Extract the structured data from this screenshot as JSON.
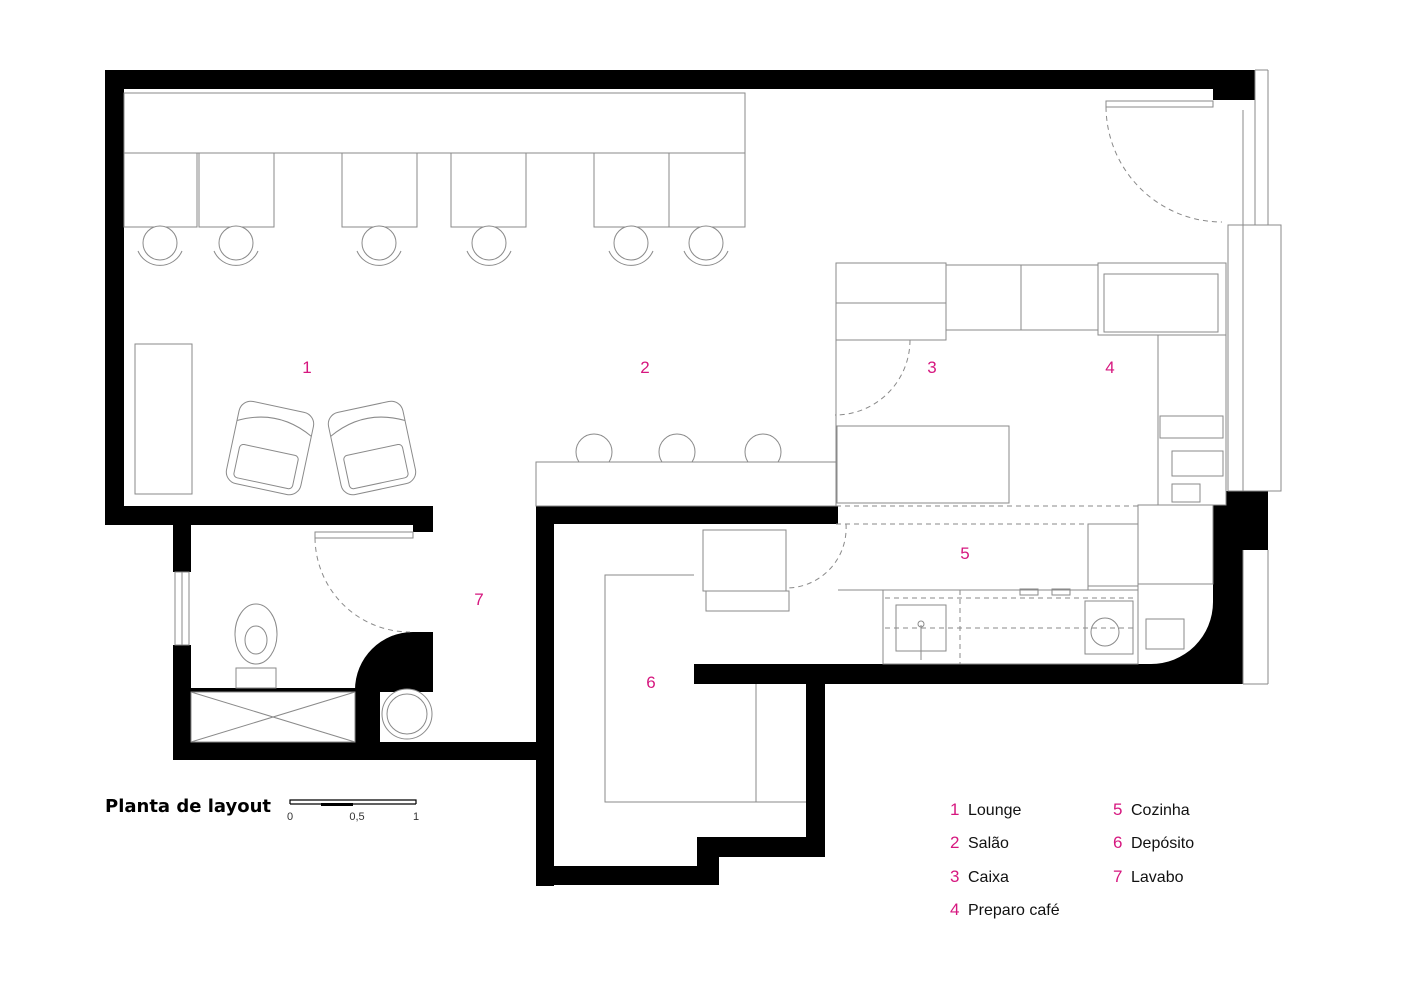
{
  "title": "Planta de layout",
  "scale": {
    "labels": [
      "0",
      "0,5",
      "1"
    ]
  },
  "rooms": [
    {
      "num": "1",
      "name": "Lounge"
    },
    {
      "num": "2",
      "name": "Salão"
    },
    {
      "num": "3",
      "name": "Caixa"
    },
    {
      "num": "4",
      "name": "Preparo café"
    },
    {
      "num": "5",
      "name": "Cozinha"
    },
    {
      "num": "6",
      "name": "Depósito"
    },
    {
      "num": "7",
      "name": "Lavabo"
    }
  ],
  "colors": {
    "accent": "#d6177f",
    "wall": "#000000",
    "line": "#8a8a8a"
  }
}
